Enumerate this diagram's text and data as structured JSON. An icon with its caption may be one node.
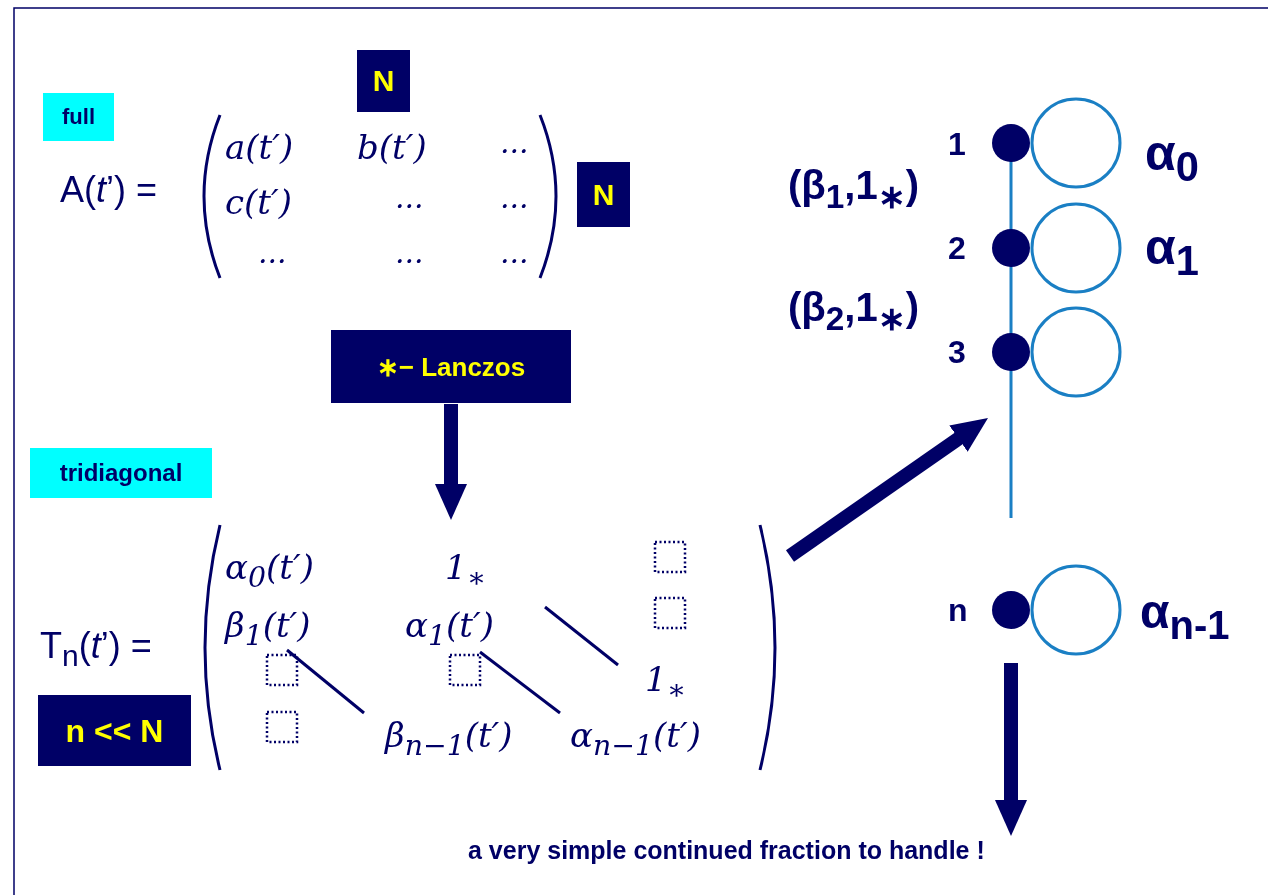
{
  "diagram": {
    "nodes": [
      {
        "text": [
          "∗− Lanczos"
        ]
      },
      {
        "text": [
          "α$_{0}$(t′)",
          "1$_{∗}$",
          "β$_{1}$(t′)",
          "α$_{1}$(t′)",
          "1$_{∗}$",
          "β$_{n−1}$(t′)",
          "α$_{n−1}$(t′)"
        ]
      },
      {
        "text": [],
        "shape": "picture",
        "beside": [
          "1",
          "α$_{0}$",
          "2",
          "α$_{1}$",
          "3",
          "n",
          "α$_{n-1}$"
        ]
      },
      {
        "text": [
          "a very simple continued fraction to handle !"
        ]
      }
    ],
    "edges": [
      {
        "from": 0,
        "to": 1,
        "arrow": "to"
      },
      {
        "from": 1,
        "to": 2,
        "arrow": "to"
      },
      {
        "from": 2,
        "to": 3,
        "arrow": "to"
      }
    ],
    "labels": [
      "N",
      "full",
      "a(t′)",
      "b(t′)",
      "...",
      "A(*t*’) =",
      "c(t′)",
      "...",
      "...",
      "N",
      "...",
      "...",
      "...",
      "(β$_{1}$,1$_{∗}$)",
      "(β$_{2}$,1$_{∗}$)",
      "tridiagonal",
      "T$_{n}$(*t*’) =",
      "n << N"
    ]
  }
}
